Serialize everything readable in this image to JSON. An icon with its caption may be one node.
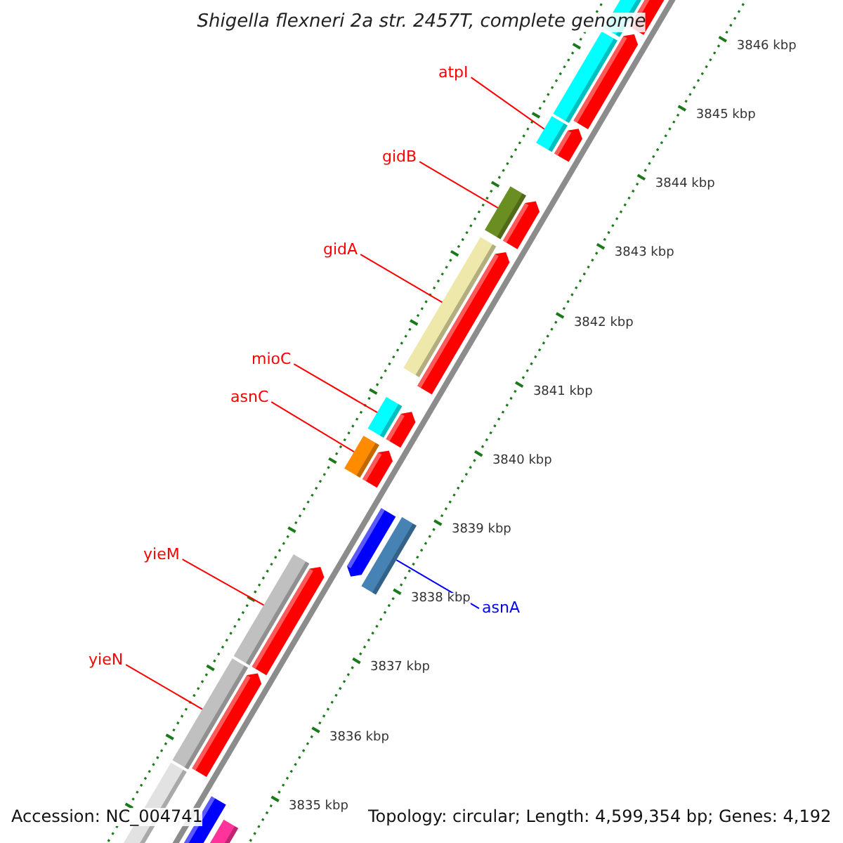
{
  "diagram": {
    "title": "Shigella flexneri 2a str. 2457T, complete genome",
    "nodes": [
      {
        "text": [
          "atpI"
        ]
      },
      {
        "text": [],
        "shape": "bar"
      },
      {
        "text": [
          "gidB"
        ]
      },
      {
        "text": [],
        "shape": "bar"
      },
      {
        "text": [
          "gidA"
        ]
      },
      {
        "text": [],
        "shape": "bar"
      },
      {
        "text": [
          "mioC"
        ]
      },
      {
        "text": [],
        "shape": "bar"
      },
      {
        "text": [
          "asnC"
        ]
      },
      {
        "text": [],
        "shape": "bar"
      },
      {
        "text": [
          "yieM"
        ]
      },
      {
        "text": [],
        "shape": "bar"
      },
      {
        "text": [],
        "shape": "bar"
      },
      {
        "text": [
          "asnA"
        ]
      },
      {
        "text": [
          "yieN"
        ]
      },
      {
        "text": [],
        "shape": "bar"
      }
    ],
    "edges": [
      {
        "from": 0,
        "to": 1,
        "arrow": "none"
      },
      {
        "from": 2,
        "to": 3,
        "arrow": "none"
      },
      {
        "from": 4,
        "to": 5,
        "arrow": "none"
      },
      {
        "from": 6,
        "to": 7,
        "arrow": "none"
      },
      {
        "from": 8,
        "to": 9,
        "arrow": "none"
      },
      {
        "from": 10,
        "to": 11,
        "arrow": "none"
      },
      {
        "from": 13,
        "to": 12,
        "arrow": "none",
        "color": "#0000ff"
      },
      {
        "from": 14,
        "to": 15,
        "arrow": "none"
      }
    ],
    "labels": [
      "3846 kbp",
      "3845 kbp",
      "3844 kbp",
      "3843 kbp",
      "3842 kbp",
      "3841 kbp",
      "3840 kbp",
      "3839 kbp",
      "3838 kbp",
      "3837 kbp",
      "3836 kbp",
      "3835 kbp",
      "Accession: NC_004741",
      "Topology: circular; Length: 4,599,354 bp; Genes: 4,192"
    ]
  }
}
